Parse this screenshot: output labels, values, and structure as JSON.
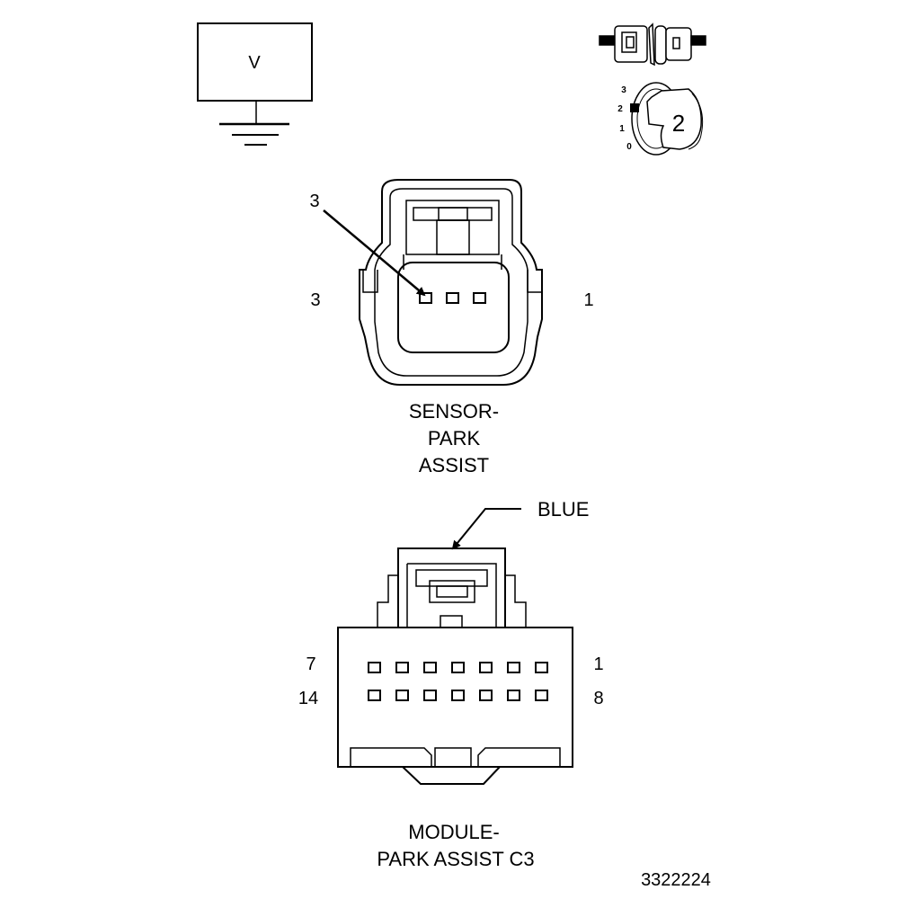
{
  "voltmeter": {
    "symbol": "V"
  },
  "key_switch": {
    "positions": [
      "3",
      "2",
      "1",
      "0"
    ],
    "selected": "2"
  },
  "sensor_connector": {
    "callout_pin": "3",
    "left_pin_label": "3",
    "right_pin_label": "1",
    "name_lines": [
      "SENSOR-",
      "PARK",
      "ASSIST"
    ]
  },
  "module_connector": {
    "color_label": "BLUE",
    "row1_left_label": "7",
    "row1_right_label": "1",
    "row2_left_label": "14",
    "row2_right_label": "8",
    "name_lines": [
      "MODULE-",
      "PARK ASSIST C3"
    ]
  },
  "figure_number": "3322224"
}
